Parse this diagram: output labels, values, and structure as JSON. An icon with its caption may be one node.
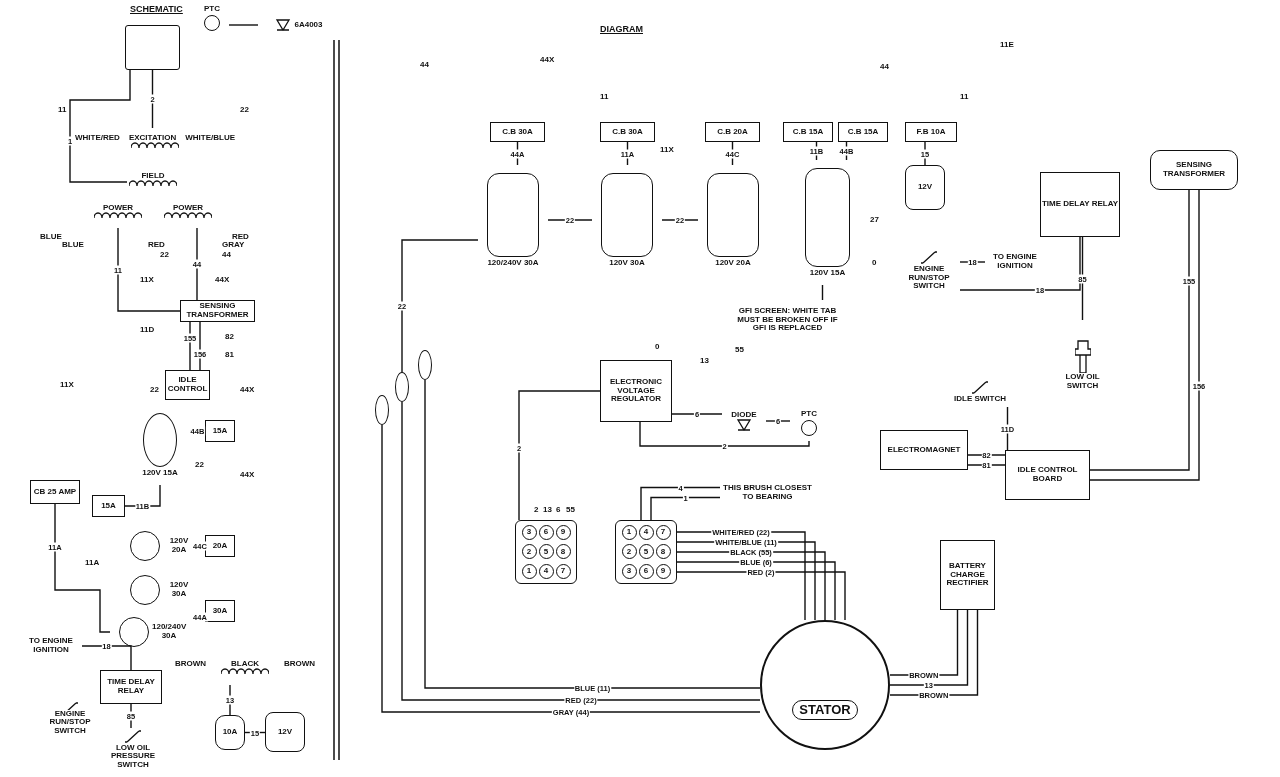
{
  "diagram": {
    "nodes": [
      {
        "text": [],
        "shape": "box"
      },
      {
        "text": [
          "PTC"
        ]
      },
      {
        "text": [
          "6A4003"
        ]
      },
      {
        "text": [
          "WHITE/RED",
          "EXCITATION",
          "WHITE/BLUE"
        ]
      },
      {
        "text": [
          "FIELD"
        ]
      },
      {
        "text": [
          "POWER"
        ]
      },
      {
        "text": [
          "POWER"
        ]
      },
      {
        "text": [
          "SENSING TRANSFORMER"
        ]
      },
      {
        "text": [
          "IDLE CONTROL"
        ]
      },
      {
        "text": [
          "120V 15A"
        ]
      },
      {
        "text": [
          "15A"
        ]
      },
      {
        "text": [
          "15A"
        ]
      },
      {
        "text": [
          "CB 25 AMP"
        ]
      },
      {
        "text": [
          "120V 20A"
        ]
      },
      {
        "text": [
          "20A"
        ]
      },
      {
        "text": [
          "120V 30A"
        ]
      },
      {
        "text": [
          "120/240V 30A"
        ]
      },
      {
        "text": [
          "30A"
        ]
      },
      {
        "text": [
          "TO ENGINE IGNITION"
        ]
      },
      {
        "text": [
          "ENGINE RUN/STOP SWITCH"
        ]
      },
      {
        "text": [
          "TIME DELAY RELAY"
        ]
      },
      {
        "text": [
          "LOW OIL PRESSURE SWITCH"
        ]
      },
      {
        "text": [
          "BROWN",
          "BLACK",
          "BROWN"
        ]
      },
      {
        "text": [
          "10A"
        ]
      },
      {
        "text": [
          "12V"
        ]
      },
      {
        "text": [
          "C.B 30A"
        ]
      },
      {
        "text": [
          "120/240V 30A"
        ]
      },
      {
        "text": [
          "C.B 30A"
        ]
      },
      {
        "text": [
          "120V 30A"
        ]
      },
      {
        "text": [
          "C.B 20A"
        ]
      },
      {
        "text": [
          "120V 20A"
        ]
      },
      {
        "text": [
          "C.B 15A"
        ]
      },
      {
        "text": [
          "C.B 15A"
        ]
      },
      {
        "text": [
          "120V 15A"
        ]
      },
      {
        "text": [
          "GFI SCREEN: WHITE TAB MUST BE BROKEN OFF IF GFI IS REPLACED"
        ]
      },
      {
        "text": [
          "F.B 10A"
        ]
      },
      {
        "text": [
          "12V"
        ]
      },
      {
        "text": [
          "ENGINE RUN/STOP SWITCH"
        ]
      },
      {
        "text": [
          "TO ENGINE IGNITION"
        ]
      },
      {
        "text": [
          "TIME DELAY RELAY"
        ]
      },
      {
        "text": [
          "LOW OIL SWITCH"
        ]
      },
      {
        "text": [
          "SENSING TRANSFORMER"
        ]
      },
      {
        "text": [
          "ELECTRONIC VOLTAGE REGULATOR"
        ]
      },
      {
        "text": [
          "DIODE"
        ]
      },
      {
        "text": [
          "PTC"
        ]
      },
      {
        "text": [
          "IDLE SWITCH"
        ]
      },
      {
        "text": [
          "ELECTROMAGNET"
        ]
      },
      {
        "text": [
          "IDLE CONTROL BOARD"
        ]
      },
      {
        "text": [
          "3",
          "6",
          "9",
          "2",
          "5",
          "8",
          "1",
          "4",
          "7"
        ]
      },
      {
        "text": [
          "1",
          "4",
          "7",
          "2",
          "5",
          "8",
          "3",
          "6",
          "9"
        ]
      },
      {
        "text": [
          "THIS BRUSH CLOSEST TO BEARING"
        ]
      },
      {
        "text": [
          "STATOR"
        ]
      },
      {
        "text": [
          "BATTERY CHARGE RECTIFIER"
        ]
      },
      {
        "text": [],
        "shape": "oval"
      },
      {
        "text": [],
        "shape": "oval"
      },
      {
        "text": [],
        "shape": "oval"
      }
    ],
    "edges": [
      {
        "from": 1,
        "to": 2,
        "arrow": "none"
      },
      {
        "from": 0,
        "to": 3,
        "arrow": "none",
        "label": "2"
      },
      {
        "from": 0,
        "to": 4,
        "arrow": "none",
        "label": "1"
      },
      {
        "from": 5,
        "to": 7,
        "arrow": "none",
        "label": "11"
      },
      {
        "from": 6,
        "to": 7,
        "arrow": "none",
        "label": "44"
      },
      {
        "from": 7,
        "to": 8,
        "arrow": "none",
        "label": "155"
      },
      {
        "from": 7,
        "to": 8,
        "arrow": "none",
        "label": "156"
      },
      {
        "from": 9,
        "to": 10,
        "arrow": "none",
        "label": "44B"
      },
      {
        "from": 11,
        "to": 9,
        "arrow": "none",
        "label": "11B"
      },
      {
        "from": 13,
        "to": 14,
        "arrow": "none",
        "label": "44C"
      },
      {
        "from": 16,
        "to": 17,
        "arrow": "none",
        "label": "44A"
      },
      {
        "from": 12,
        "to": 16,
        "arrow": "none",
        "label": "11A"
      },
      {
        "from": 18,
        "to": 20,
        "arrow": "none",
        "label": "18"
      },
      {
        "from": 20,
        "to": 21,
        "arrow": "none",
        "label": "85"
      },
      {
        "from": 22,
        "to": 23,
        "arrow": "none",
        "label": "13"
      },
      {
        "from": 23,
        "to": 24,
        "arrow": "none",
        "label": "15"
      },
      {
        "from": 25,
        "to": 26,
        "arrow": "none",
        "label": "44A"
      },
      {
        "from": 27,
        "to": 28,
        "arrow": "none",
        "label": "11A"
      },
      {
        "from": 29,
        "to": 30,
        "arrow": "none",
        "label": "44C"
      },
      {
        "from": 31,
        "to": 33,
        "arrow": "none",
        "label": "11B"
      },
      {
        "from": 32,
        "to": 33,
        "arrow": "none",
        "label": "44B"
      },
      {
        "from": 26,
        "to": 28,
        "arrow": "none",
        "label": "22"
      },
      {
        "from": 28,
        "to": 30,
        "arrow": "none",
        "label": "22"
      },
      {
        "from": 34,
        "to": 33,
        "arrow": "none"
      },
      {
        "from": 35,
        "to": 36,
        "arrow": "none",
        "label": "15"
      },
      {
        "from": 37,
        "to": 38,
        "arrow": "none",
        "label": "18"
      },
      {
        "from": 37,
        "to": 39,
        "arrow": "none",
        "label": "18"
      },
      {
        "from": 39,
        "to": 40,
        "arrow": "none",
        "label": "85"
      },
      {
        "from": 41,
        "to": 47,
        "arrow": "none",
        "label": "155"
      },
      {
        "from": 41,
        "to": 47,
        "arrow": "none",
        "label": "156"
      },
      {
        "from": 42,
        "to": 43,
        "arrow": "none",
        "label": "6"
      },
      {
        "from": 43,
        "to": 44,
        "arrow": "none",
        "label": "6"
      },
      {
        "from": 42,
        "to": 44,
        "arrow": "none",
        "label": "2"
      },
      {
        "from": 45,
        "to": 47,
        "arrow": "none",
        "label": "11D"
      },
      {
        "from": 46,
        "to": 47,
        "arrow": "none",
        "label": "82"
      },
      {
        "from": 46,
        "to": 47,
        "arrow": "none",
        "label": "81"
      },
      {
        "from": 42,
        "to": 48,
        "arrow": "none",
        "label": "2"
      },
      {
        "from": 49,
        "to": 50,
        "arrow": "none",
        "label": "4"
      },
      {
        "from": 49,
        "to": 50,
        "arrow": "none",
        "label": "1"
      },
      {
        "from": 49,
        "to": 51,
        "arrow": "none",
        "label": "WHITE/RED (22)"
      },
      {
        "from": 49,
        "to": 51,
        "arrow": "none",
        "label": "WHITE/BLUE (11)"
      },
      {
        "from": 49,
        "to": 51,
        "arrow": "none",
        "label": "BLACK (55)"
      },
      {
        "from": 49,
        "to": 51,
        "arrow": "none",
        "label": "BLUE (6)"
      },
      {
        "from": 49,
        "to": 51,
        "arrow": "none",
        "label": "RED (2)"
      },
      {
        "from": 51,
        "to": 52,
        "arrow": "none",
        "label": "BROWN"
      },
      {
        "from": 51,
        "to": 52,
        "arrow": "none",
        "label": "13"
      },
      {
        "from": 51,
        "to": 52,
        "arrow": "none",
        "label": "BROWN"
      },
      {
        "from": 53,
        "to": 51,
        "arrow": "none",
        "label": "GRAY (44)"
      },
      {
        "from": 54,
        "to": 51,
        "arrow": "none",
        "label": "RED (22)"
      },
      {
        "from": 55,
        "to": 51,
        "arrow": "none",
        "label": "BLUE (11)"
      },
      {
        "from": 26,
        "to": 54,
        "arrow": "none",
        "label": "22"
      }
    ],
    "labels": [
      "SCHEMATIC",
      "DIAGRAM",
      "11",
      "22",
      "BLUE",
      "RED",
      "BLUE",
      "RED",
      "GRAY",
      "22",
      "44",
      "11X",
      "44X",
      "11D",
      "82",
      "81",
      "11X",
      "22",
      "44X",
      "22",
      "44X",
      "11A",
      "44",
      "44X",
      "11",
      "11X",
      "11E",
      "44",
      "11",
      "27",
      "0",
      "55",
      "13",
      "0",
      "2",
      "13",
      "6",
      "55"
    ]
  }
}
